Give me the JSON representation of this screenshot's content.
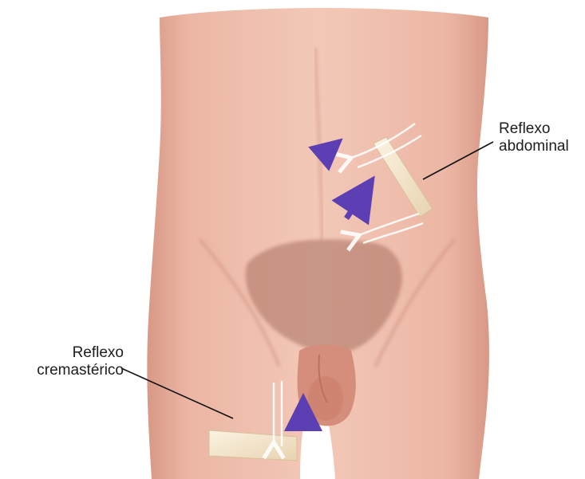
{
  "labels": {
    "abdominal_reflex": {
      "line1": "Reflexo",
      "line2": "abdominal"
    },
    "cremasteric_reflex": {
      "line1": "Reflexo",
      "line2": "cremastérico"
    }
  },
  "colors": {
    "skin_light": "#f1c1b0",
    "skin_mid": "#e6a795",
    "skin_shadow": "#c98a7a",
    "hair": "#8c5b4b",
    "stimulus_arrow": "#f7e9e4",
    "response_arrow": "#5b3fb3",
    "stick": "#f4e5c8",
    "leader_line": "#111111"
  }
}
